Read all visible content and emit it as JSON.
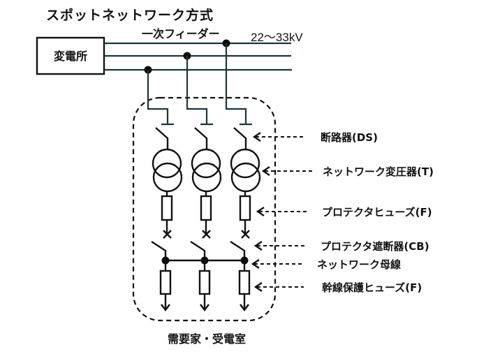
{
  "title": "スポットネットワーク方式",
  "feeder": {
    "label": "一次フィーダー",
    "voltage": "22〜33kV",
    "line_count": 3
  },
  "substation": {
    "label": "変電所"
  },
  "customer_area": {
    "label": "需要家・受電室"
  },
  "branches": 3,
  "components": [
    {
      "id": "ds",
      "label": "断路器(DS)"
    },
    {
      "id": "transformer",
      "label": "ネットワーク変圧器(T)"
    },
    {
      "id": "protector-fuse",
      "label": "プロテクタヒューズ(F)"
    },
    {
      "id": "protector-breaker",
      "label": "プロテクタ遮断器(CB)"
    },
    {
      "id": "network-bus",
      "label": "ネットワーク母線"
    },
    {
      "id": "trunk-fuse",
      "label": "幹線保護ヒューズ(F)"
    }
  ],
  "colors": {
    "wire": "#1d3537",
    "symbol": "#111111"
  }
}
